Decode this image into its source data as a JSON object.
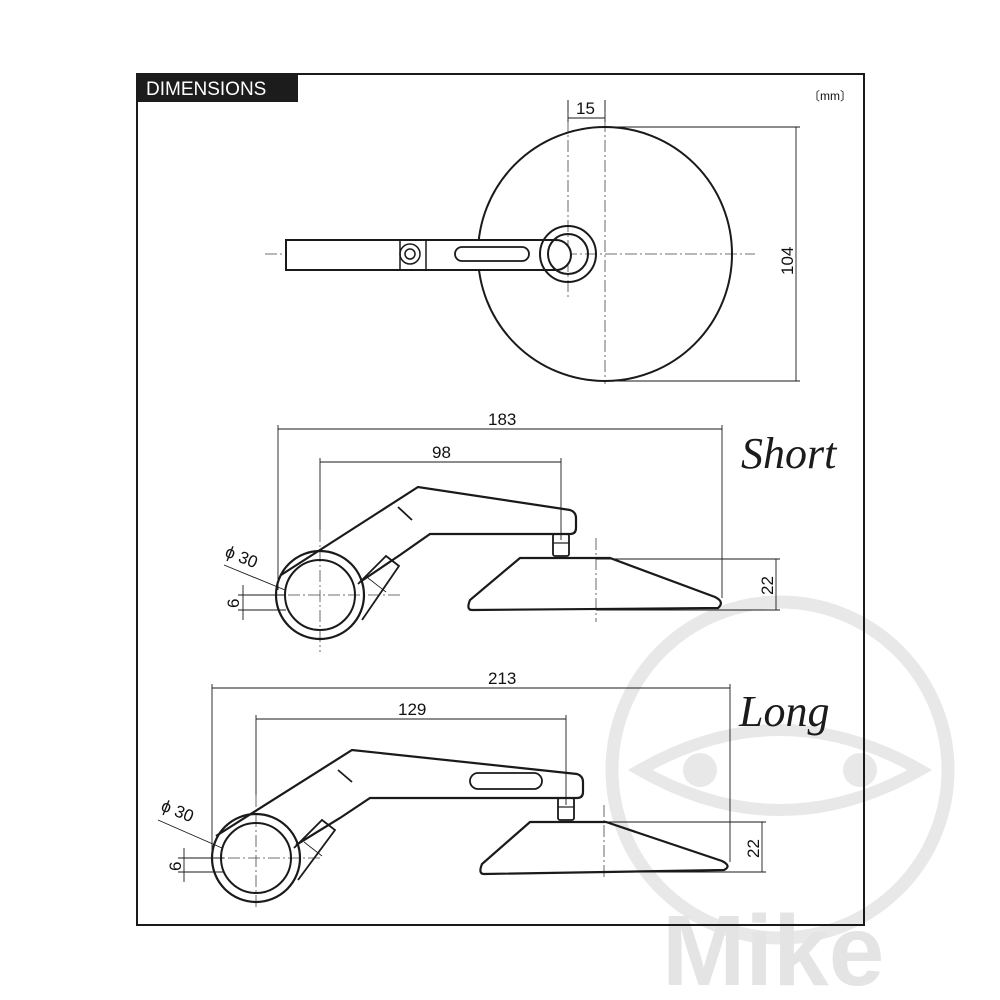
{
  "header": {
    "title": "DIMENSIONS",
    "unit": "〔mm〕"
  },
  "top_view": {
    "dim_offset": "15",
    "dim_diameter": "104"
  },
  "short": {
    "label": "Short",
    "dim_total": "183",
    "dim_inner": "98",
    "dim_clamp": "ϕ 30",
    "dim_offset": "6",
    "dim_height": "22"
  },
  "long": {
    "label": "Long",
    "dim_total": "213",
    "dim_inner": "129",
    "dim_clamp": "ϕ 30",
    "dim_offset": "6",
    "dim_height": "22"
  },
  "watermark": {
    "text": "Mike"
  }
}
